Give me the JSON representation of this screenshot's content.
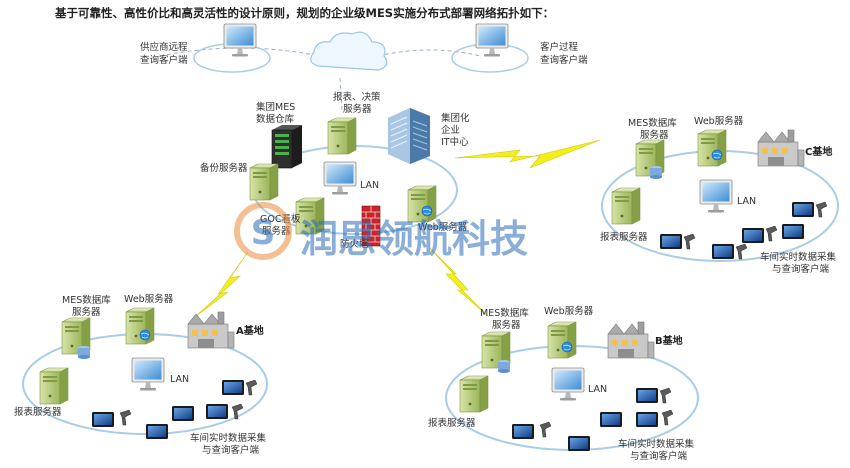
{
  "title": "基于可靠性、高性价比和高灵活性的设计原则，规划的企业级MES实施分布式部署网络拓扑如下：",
  "watermark": "润思领航科技",
  "cloud_labels": {
    "supplier": [
      "供应商远程",
      "查询客户端"
    ],
    "customer": [
      "客户过程",
      "查询客户端"
    ]
  },
  "hq": {
    "mes_warehouse": [
      "集团MES",
      "数据仓库"
    ],
    "report_server": [
      "报表、决策",
      "服务器"
    ],
    "it_center": [
      "集团化",
      "企业",
      "IT中心"
    ],
    "backup_server": "备份服务器",
    "lan": "LAN",
    "goc_server": [
      "GOC看板",
      "服务器"
    ],
    "firewall": "防火墙",
    "web_server": "Web服务器"
  },
  "sites": {
    "A": {
      "name": "A基地",
      "db_server": [
        "MES数据库",
        "服务器"
      ],
      "web_server": "Web服务器",
      "lan": "LAN",
      "report_server": "报表服务器",
      "clients": [
        "车间实时数据采集",
        "与查询客户端"
      ]
    },
    "B": {
      "name": "B基地",
      "db_server": [
        "MES数据库",
        "服务器"
      ],
      "web_server": "Web服务器",
      "lan": "LAN",
      "report_server": "报表服务器",
      "clients": [
        "车间实时数据采集",
        "与查询客户端"
      ]
    },
    "C": {
      "name": "C基地",
      "db_server": [
        "MES数据库",
        "服务器"
      ],
      "web_server": "Web服务器",
      "lan": "LAN",
      "report_server": "报表服务器",
      "clients": [
        "车间实时数据采集",
        "与查询客户端"
      ]
    }
  },
  "colors": {
    "ring": "#a9cde6",
    "lightning": "#f3ef1b",
    "server": "#b9cf7a",
    "monitor": "#2a6fb5",
    "watermark_blue": "#2c6cb7",
    "watermark_orange": "#e98a3c"
  }
}
